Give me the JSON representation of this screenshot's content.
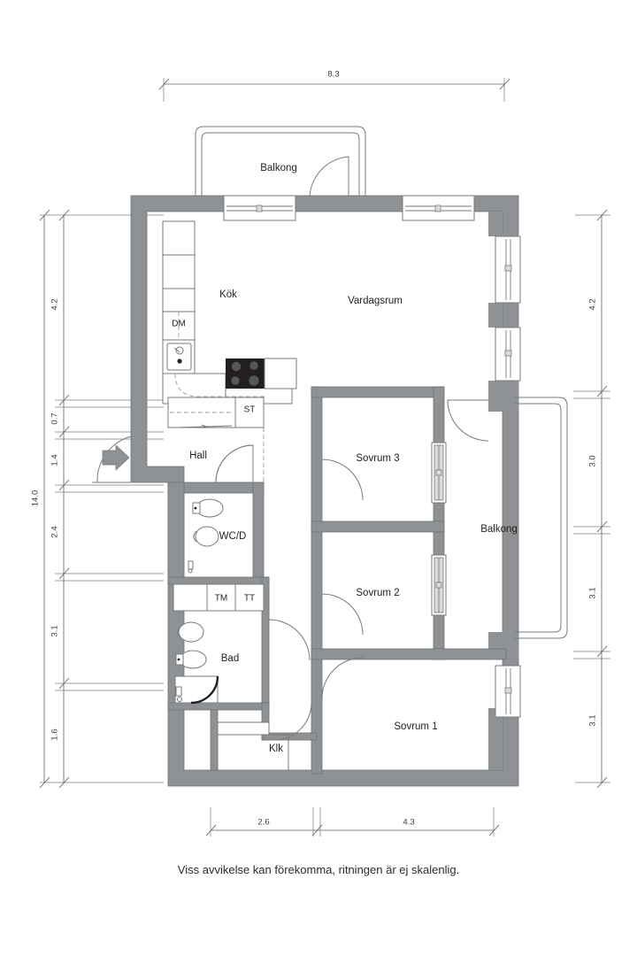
{
  "plan": {
    "caption": "Viss avvikelse kan förekomma, ritningen är ej skalenlig.",
    "wall_color": "#8f9294",
    "background_color": "#ffffff",
    "line_color": "#76797b"
  },
  "rooms": [
    {
      "key": "balkong_top",
      "label": "Balkong"
    },
    {
      "key": "kok",
      "label": "Kök"
    },
    {
      "key": "vardagsrum",
      "label": "Vardagsrum"
    },
    {
      "key": "hall",
      "label": "Hall"
    },
    {
      "key": "wc_d",
      "label": "WC/D"
    },
    {
      "key": "bad",
      "label": "Bad"
    },
    {
      "key": "klk",
      "label": "Klk"
    },
    {
      "key": "sovrum_3",
      "label": "Sovrum 3"
    },
    {
      "key": "sovrum_2",
      "label": "Sovrum 2"
    },
    {
      "key": "sovrum_1",
      "label": "Sovrum 1"
    },
    {
      "key": "balkong_right",
      "label": "Balkong"
    }
  ],
  "appliances": [
    {
      "key": "dm",
      "label": "DM"
    },
    {
      "key": "st",
      "label": "ST"
    },
    {
      "key": "tm",
      "label": "TM"
    },
    {
      "key": "tt",
      "label": "TT"
    }
  ],
  "dimensions": {
    "top": [
      {
        "key": "top_total",
        "value": "8.3"
      }
    ],
    "left_outer": [
      {
        "key": "left_total",
        "value": "14.0"
      }
    ],
    "left_inner": [
      {
        "key": "l1",
        "value": "4.2"
      },
      {
        "key": "l2",
        "value": "0.7"
      },
      {
        "key": "l3",
        "value": "1.4"
      },
      {
        "key": "l4",
        "value": "2.4"
      },
      {
        "key": "l5",
        "value": "3.1"
      },
      {
        "key": "l6",
        "value": "1.6"
      }
    ],
    "right": [
      {
        "key": "r1",
        "value": "4.2"
      },
      {
        "key": "r2",
        "value": "3.0"
      },
      {
        "key": "r3",
        "value": "3.1"
      },
      {
        "key": "r4",
        "value": "3.1"
      }
    ],
    "bottom": [
      {
        "key": "b1",
        "value": "2.6"
      },
      {
        "key": "b2",
        "value": "4.3"
      }
    ]
  }
}
